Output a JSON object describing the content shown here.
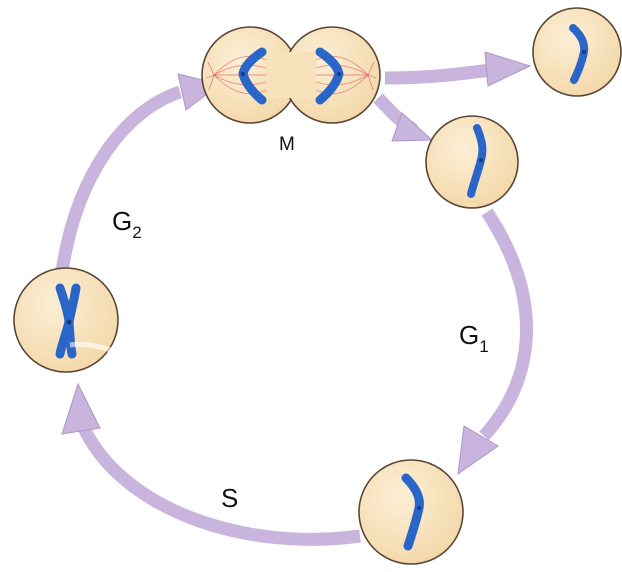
{
  "labels": {
    "m": "M",
    "g1": {
      "main": "G",
      "sub": "1"
    },
    "g2": {
      "main": "G",
      "sub": "2"
    },
    "s": "S"
  },
  "colors": {
    "arrow_fill": "#c8b4dc",
    "arrow_edge": "#ae96c8",
    "cell_fill": "#f8e2bc",
    "cell_edge": "#5a4636",
    "chromosome": "#2a66c8",
    "chromosome_edge": "#163a80",
    "spindle": "#e84a5a"
  },
  "icons": {
    "cell": "cell-circle",
    "chromosome": "chromosome-icon",
    "arrow": "cycle-arrow"
  }
}
